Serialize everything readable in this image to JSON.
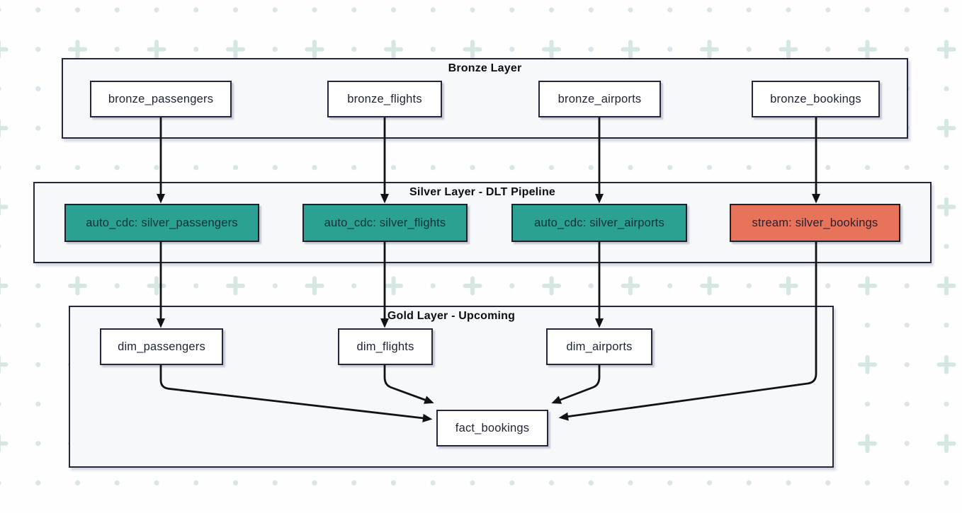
{
  "colors": {
    "auto_cdc_fill": "#2aa193",
    "stream_fill": "#e7745a",
    "node_fill": "#ffffff",
    "node_border": "#23263d",
    "colored_border": "#1c222c",
    "container_fill": "#f7f8fa",
    "container_border": "#23263d",
    "arrow": "#0f1318",
    "pattern_plus": "#d6e7e3",
    "pattern_dot": "#dbe4e8"
  },
  "layers": {
    "bronze": {
      "title": "Bronze Layer",
      "nodes": {
        "passengers": "bronze_passengers",
        "flights": "bronze_flights",
        "airports": "bronze_airports",
        "bookings": "bronze_bookings"
      }
    },
    "silver": {
      "title": "Silver Layer - DLT Pipeline",
      "nodes": {
        "passengers": "auto_cdc: silver_passengers",
        "flights": "auto_cdc: silver_flights",
        "airports": "auto_cdc: silver_airports",
        "bookings": "stream: silver_bookings"
      }
    },
    "gold": {
      "title": "Gold Layer - Upcoming",
      "nodes": {
        "passengers": "dim_passengers",
        "flights": "dim_flights",
        "airports": "dim_airports",
        "fact": "fact_bookings"
      }
    }
  },
  "edges": [
    {
      "from": "bronze_passengers",
      "to": "auto_cdc: silver_passengers"
    },
    {
      "from": "bronze_flights",
      "to": "auto_cdc: silver_flights"
    },
    {
      "from": "bronze_airports",
      "to": "auto_cdc: silver_airports"
    },
    {
      "from": "bronze_bookings",
      "to": "stream: silver_bookings"
    },
    {
      "from": "auto_cdc: silver_passengers",
      "to": "dim_passengers"
    },
    {
      "from": "auto_cdc: silver_flights",
      "to": "dim_flights"
    },
    {
      "from": "auto_cdc: silver_airports",
      "to": "dim_airports"
    },
    {
      "from": "dim_passengers",
      "to": "fact_bookings"
    },
    {
      "from": "dim_flights",
      "to": "fact_bookings"
    },
    {
      "from": "dim_airports",
      "to": "fact_bookings"
    },
    {
      "from": "stream: silver_bookings",
      "to": "fact_bookings"
    }
  ]
}
